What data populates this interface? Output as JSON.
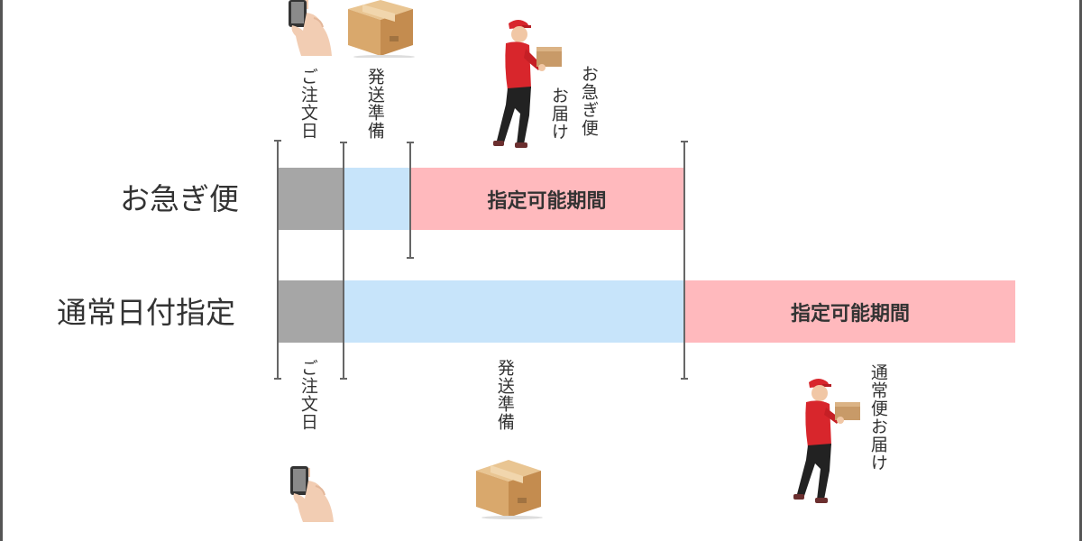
{
  "rows": {
    "express": {
      "label": "お急ぎ便"
    },
    "standard": {
      "label": "通常日付指定"
    }
  },
  "bars": {
    "period_label": "指定可能期間"
  },
  "top_labels": {
    "order_day": "ご注文日",
    "shipping_prep": "発送準備",
    "express_delivery_1": "お急ぎ便",
    "express_delivery_2": "お届け"
  },
  "bottom_labels": {
    "order_day": "ご注文日",
    "shipping_prep": "発送準備",
    "standard_delivery": "通常便お届け"
  },
  "colors": {
    "order_segment": "#a6a6a6",
    "prep_segment": "#c7e4fa",
    "period_segment": "#ffb9bd",
    "marker_line": "#666666"
  },
  "icons": {
    "order": "hand-holding-smartphone-icon",
    "package": "cardboard-box-icon",
    "courier": "delivery-person-icon"
  }
}
